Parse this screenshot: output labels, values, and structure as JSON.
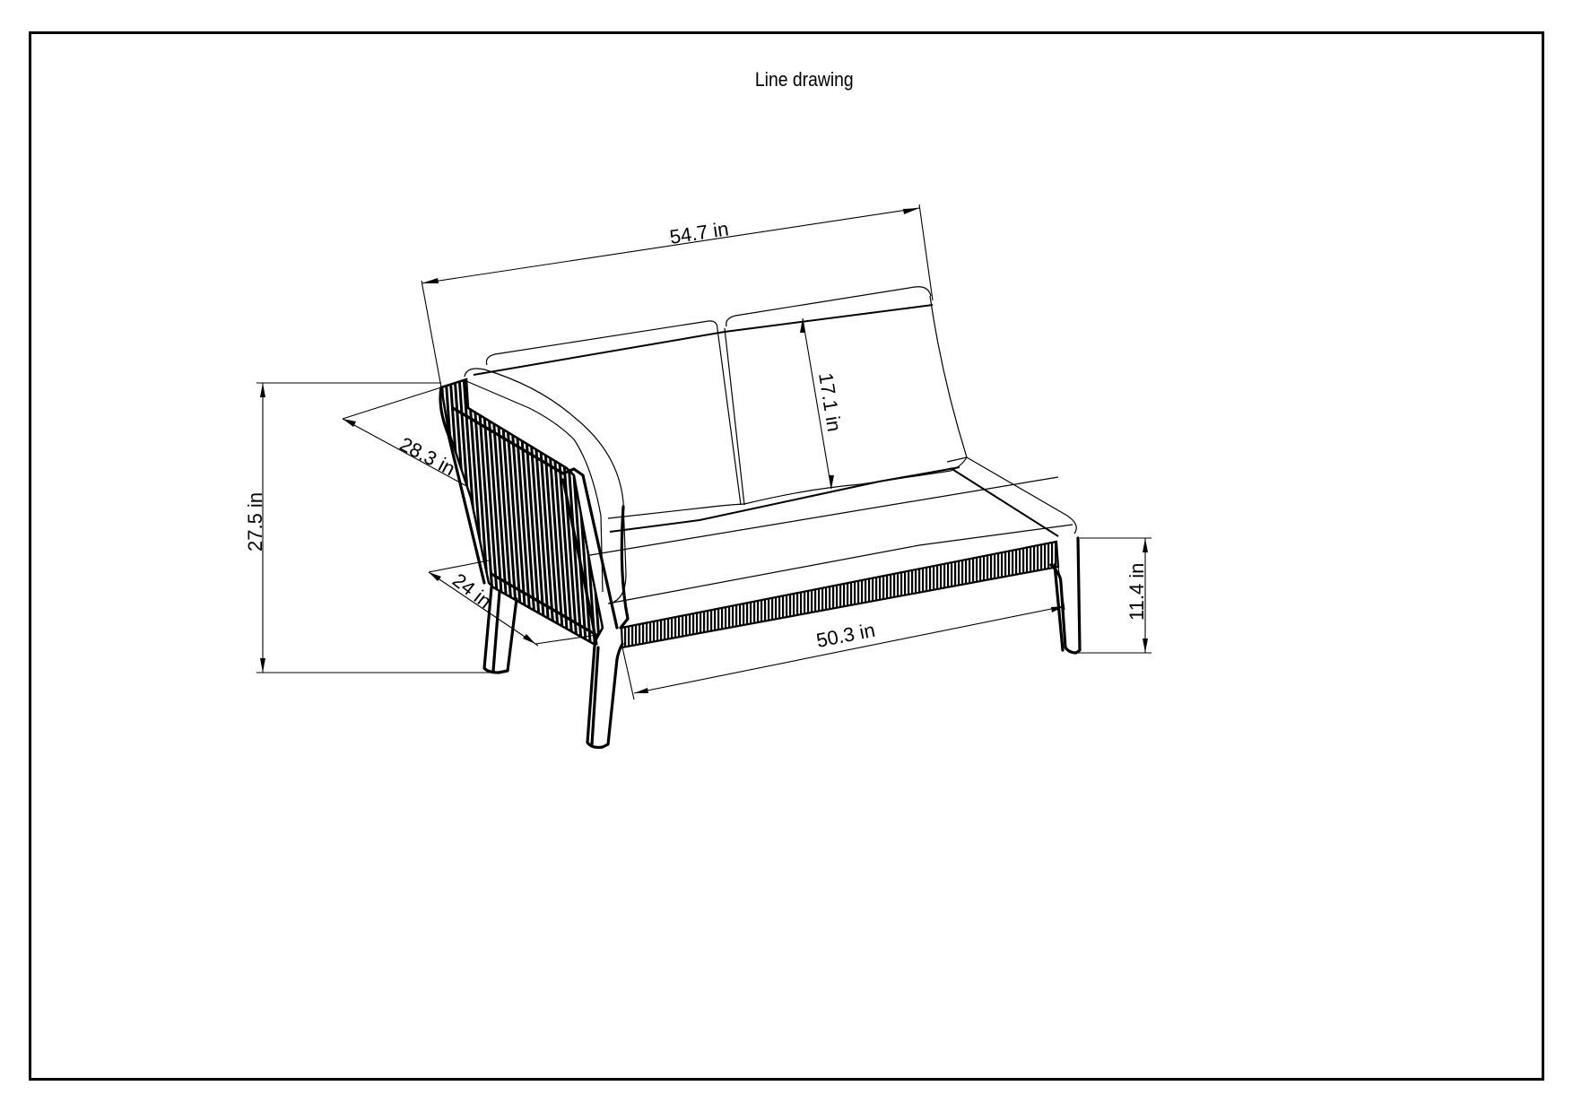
{
  "sheet": {
    "title": "Line drawing",
    "background": "#ffffff",
    "line_color": "#000000"
  },
  "product": {
    "description": "Outdoor sectional corner/end sofa module with rope-woven left armrest, back cushions and seat cushion, tapered legs"
  },
  "dimensions": {
    "overall_width": "54.7 in",
    "arm_depth": "28.3 in",
    "overall_height": "27.5 in",
    "seat_depth": "24 in",
    "back_cushion_height": "17.1 in",
    "seat_width": "50.3 in",
    "seat_height": "11.4 in"
  }
}
